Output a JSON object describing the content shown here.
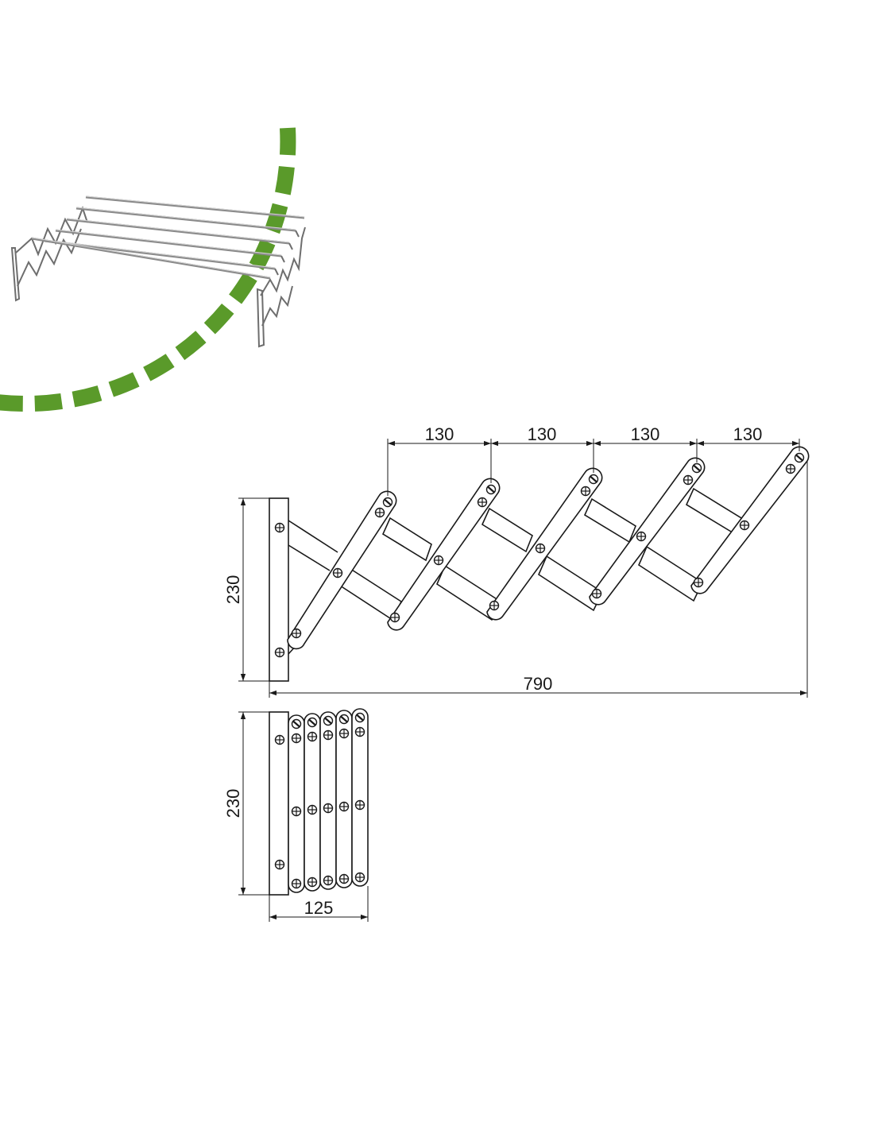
{
  "colors": {
    "accent": "#5a9a2a",
    "line": "#1a1a1a",
    "steel": "#8a8a8a"
  },
  "illustration": {
    "icon": "drying-rack-icon"
  },
  "extended_view": {
    "segment_labels": [
      "130",
      "130",
      "130",
      "130"
    ],
    "height_label": "230",
    "width_label": "790"
  },
  "folded_view": {
    "height_label": "230",
    "width_label": "125"
  }
}
